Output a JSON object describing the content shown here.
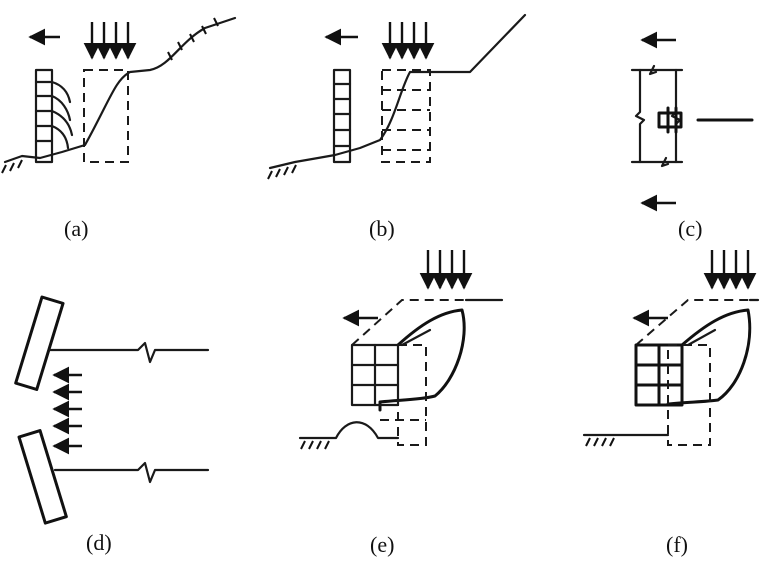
{
  "panels": [
    {
      "id": "a",
      "caption": "(a)"
    },
    {
      "id": "b",
      "caption": "(b)"
    },
    {
      "id": "c",
      "caption": "(c)"
    },
    {
      "id": "d",
      "caption": "(d)"
    },
    {
      "id": "e",
      "caption": "(e)"
    },
    {
      "id": "f",
      "caption": "(f)"
    }
  ],
  "ink_color": "#111111",
  "background_color": "#ffffff"
}
